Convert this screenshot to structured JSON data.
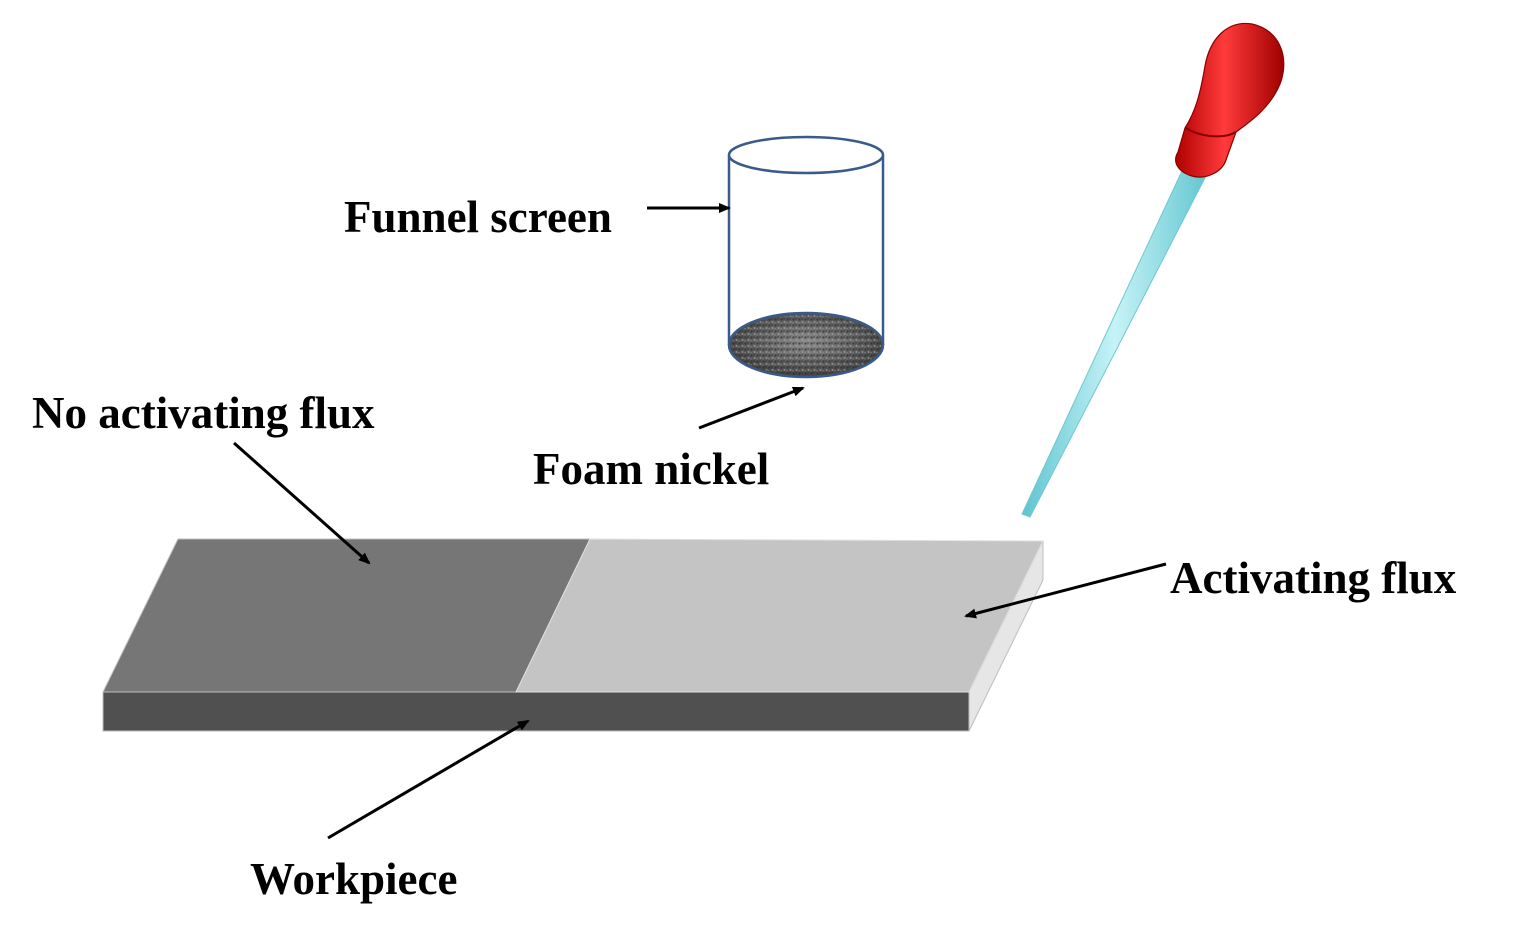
{
  "labels": {
    "funnel_screen": "Funnel screen",
    "no_activating_flux": "No activating flux",
    "foam_nickel": "Foam nickel",
    "activating_flux": "Activating flux",
    "workpiece": "Workpiece"
  },
  "colors": {
    "no_flux_surface": "#767676",
    "flux_surface": "#c4c4c4",
    "plate_front": "#505050",
    "plate_side": "#e6e6e6",
    "funnel_outline": "#3a5a8a",
    "foam_nickel": "#5a5a5a",
    "dropper_bulb": "#d81818",
    "dropper_tube": "#8ee0e8",
    "arrow": "#000000"
  }
}
